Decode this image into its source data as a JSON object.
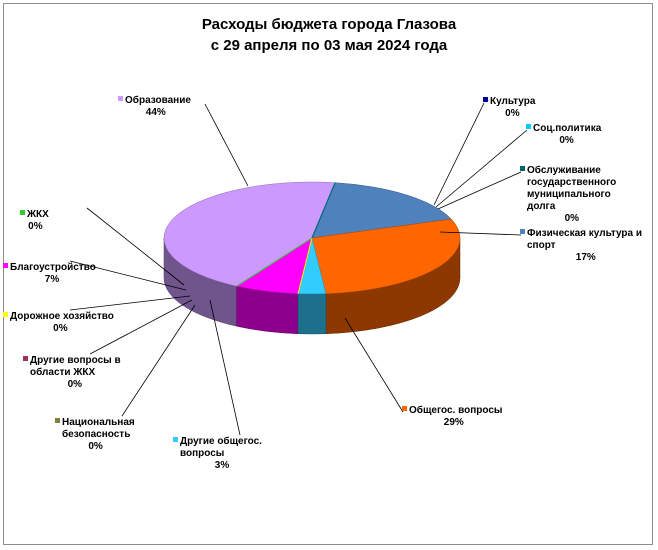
{
  "chart_data": {
    "type": "pie",
    "title": "Расходы бюджета города Глазова",
    "subtitle": "с 29 апреля по 03 мая 2024 года",
    "unit": "%",
    "legend": "labels-outside",
    "slices": [
      {
        "name": "Образование",
        "value": 44,
        "color": "#cc99ff"
      },
      {
        "name": "Культура",
        "value": 0,
        "color": "#000099"
      },
      {
        "name": "Соц.политика",
        "value": 0,
        "color": "#00ccff"
      },
      {
        "name": "Обслуживание государственного муниципального долга",
        "value": 0,
        "color": "#006666"
      },
      {
        "name": "Физическая культура и спорт",
        "value": 17,
        "color": "#4f81bd"
      },
      {
        "name": "Общегос. вопросы",
        "value": 29,
        "color": "#ff6600"
      },
      {
        "name": "Другие общегос. вопросы",
        "value": 3,
        "color": "#33ccff"
      },
      {
        "name": "Национальная безопасность",
        "value": 0,
        "color": "#808040"
      },
      {
        "name": "Другие вопросы в области ЖКХ",
        "value": 0,
        "color": "#993366"
      },
      {
        "name": "Дорожное хозяйство",
        "value": 0,
        "color": "#ffff00"
      },
      {
        "name": "Благоустройство",
        "value": 7,
        "color": "#ff00ff"
      },
      {
        "name": "ЖКХ",
        "value": 0,
        "color": "#33cc33"
      }
    ]
  }
}
